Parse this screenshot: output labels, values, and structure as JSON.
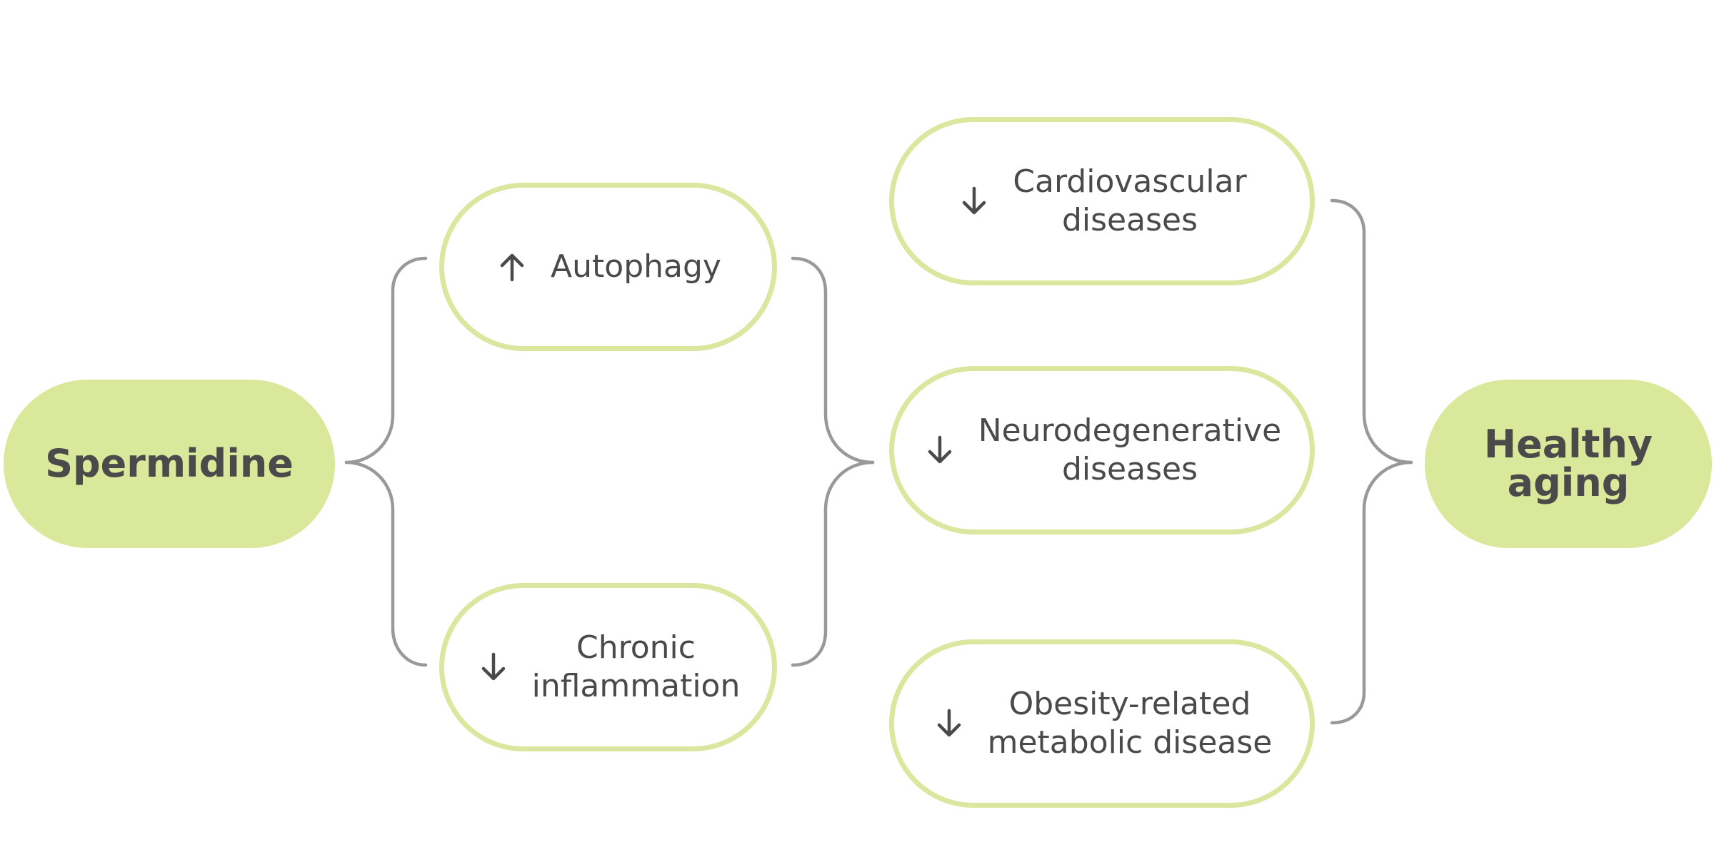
{
  "source": {
    "label": "Spermidine"
  },
  "target": {
    "label_lines": [
      "Healthy",
      "aging"
    ]
  },
  "mechanisms": [
    {
      "direction": "up",
      "label_lines": [
        "Autophagy"
      ]
    },
    {
      "direction": "down",
      "label_lines": [
        "Chronic",
        "inflammation"
      ]
    }
  ],
  "outcomes": [
    {
      "direction": "down",
      "label_lines": [
        "Cardiovascular",
        "diseases"
      ]
    },
    {
      "direction": "down",
      "label_lines": [
        "Neurodegenerative",
        "diseases"
      ]
    },
    {
      "direction": "down",
      "label_lines": [
        "Obesity-related",
        "metabolic disease"
      ]
    }
  ],
  "colors": {
    "endpoint_fill": "#d9e89a",
    "node_border": "#dbe79f",
    "connector": "#999999",
    "text": "#4a4a4a"
  },
  "icons": {
    "up": "arrow-up-icon",
    "down": "arrow-down-icon"
  }
}
